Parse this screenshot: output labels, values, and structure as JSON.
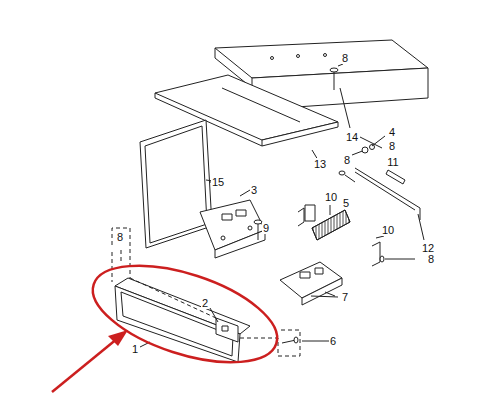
{
  "diagram": {
    "labels": [
      "8",
      "14",
      "4",
      "8",
      "8",
      "11",
      "13",
      "15",
      "3",
      "10",
      "5",
      "9",
      "10",
      "12",
      "8",
      "8",
      "7",
      "2",
      "6",
      "1"
    ]
  }
}
